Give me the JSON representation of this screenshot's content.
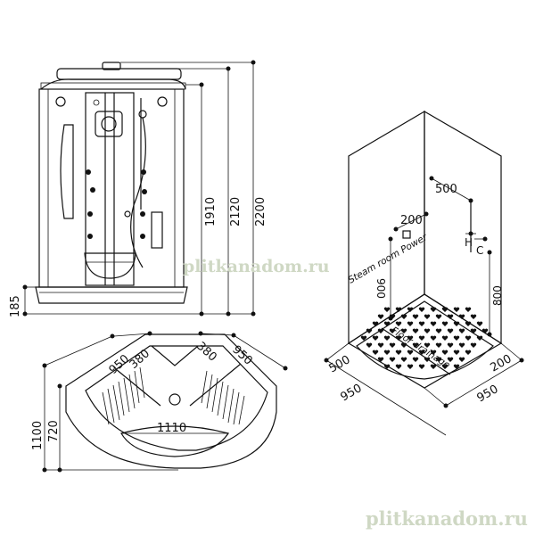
{
  "watermark": "plitkanadom.ru",
  "front_view": {
    "dims": {
      "d2200": "2200",
      "d2120": "2120",
      "d1910": "1910",
      "d185": "185"
    }
  },
  "plan_view": {
    "dims": {
      "d950a": "950",
      "d380a": "380",
      "d380b": "380",
      "d950b": "950",
      "d1110": "1110",
      "d1100": "1100",
      "d720": "720"
    }
  },
  "iso_view": {
    "dims": {
      "d500": "500",
      "d200a": "200",
      "d900": "900",
      "d800": "800",
      "d500b": "500",
      "d200b": "200",
      "d950a": "950",
      "d950b": "950"
    },
    "labels": {
      "steam": "Steam room Power",
      "floor": "Floor drainage",
      "h": "H",
      "c": "C"
    }
  },
  "colors": {
    "line": "#111111",
    "watermark": "#cfd8c4",
    "background": "#ffffff"
  }
}
